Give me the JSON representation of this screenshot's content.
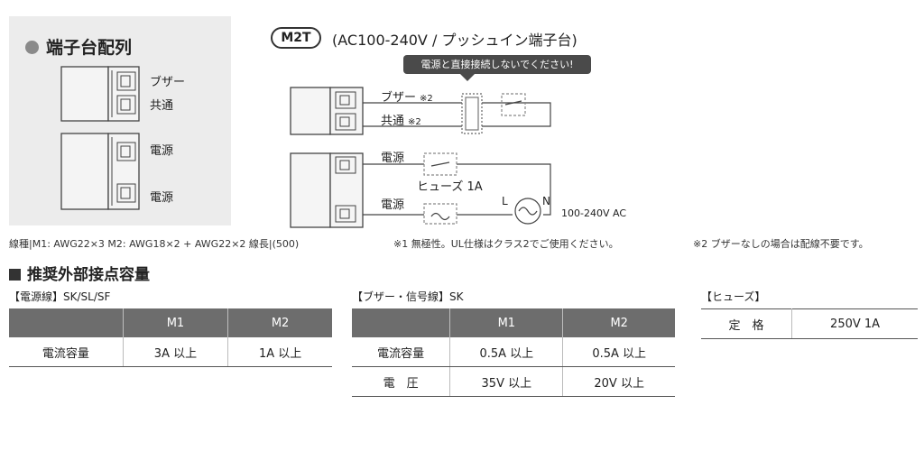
{
  "terminal_panel": {
    "title": "端子台配列",
    "labels": [
      "ブザー",
      "共通",
      "電源",
      "電源"
    ]
  },
  "model": {
    "badge": "M2T",
    "description": "(AC100-240V / プッシュイン端子台)",
    "warning": "電源と直接接続しないでください!"
  },
  "wiring": {
    "buzzer": "ブザー",
    "common": "共通",
    "note2": "※2",
    "power1": "電源",
    "fuse": "ヒューズ 1A",
    "power2": "電源",
    "L": "L",
    "N": "N",
    "voltage": "100-240V AC"
  },
  "notes": {
    "wire_spec": "線種|M1: AWG22×3 M2: AWG18×2 + AWG22×2 線長|(500)",
    "note1": "※1 無極性。UL仕様はクラス2でご使用ください。",
    "note2": "※2 ブザーなしの場合は配線不要です。"
  },
  "recommended": {
    "title": "推奨外部接点容量",
    "power_line": {
      "label": "【電源線】SK/SL/SF",
      "headers": [
        "",
        "M1",
        "M2"
      ],
      "rows": [
        [
          "電流容量",
          "3A 以上",
          "1A 以上"
        ]
      ]
    },
    "buzzer_line": {
      "label": "【ブザー・信号線】SK",
      "headers": [
        "",
        "M1",
        "M2"
      ],
      "rows": [
        [
          "電流容量",
          "0.5A 以上",
          "0.5A 以上"
        ],
        [
          "電　圧",
          "35V 以上",
          "20V 以上"
        ]
      ]
    },
    "fuse": {
      "label": "【ヒューズ】",
      "rows": [
        [
          "定　格",
          "250V 1A"
        ]
      ]
    }
  }
}
